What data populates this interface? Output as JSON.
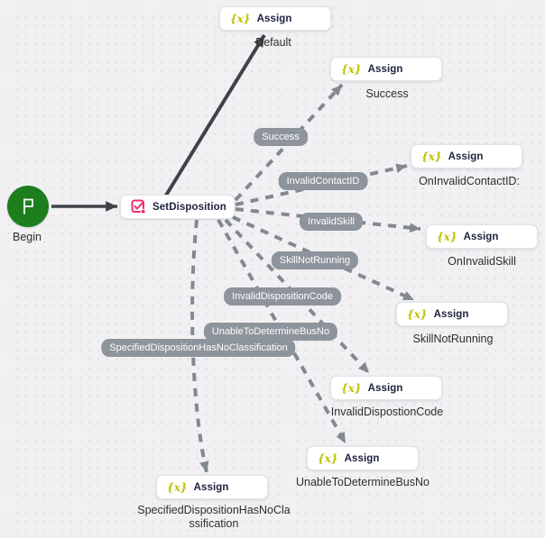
{
  "colors": {
    "canvas_bg": "#f1f1f4",
    "canvas_dots": "#e2e2e7",
    "begin_green": "#1d7e1d",
    "assign_glyph_yellow": "#bec300",
    "setdisposition_pink": "#ed2f6e",
    "solid_edge": "#3f4346",
    "dashed_edge": "#82898f",
    "pill_bg": "#8d949b",
    "pill_text": "#ffffff",
    "node_title_text": "#1f2240",
    "caption_text": "#2e2e2e"
  },
  "diagram": {
    "begin": {
      "caption": "Begin"
    },
    "action": {
      "title": "SetDisposition"
    },
    "assign": {
      "title": "Assign",
      "glyph": "{x}"
    },
    "captions": {
      "default": "Default",
      "success": "Success",
      "on_invalid_contact_id": "OnInvalidContactID:",
      "on_invalid_skill": "OnInvalidSkill",
      "skill_not_running": "SkillNotRunning",
      "invalid_dispostion_code": "InvalidDispostionCode",
      "unable_to_determine_bus_no": "UnableToDetermineBusNo",
      "specified_disposition": "SpecifiedDispositionHasNoClassification"
    },
    "edge_labels": {
      "success": "Success",
      "invalid_contact_id": "InvalidContactID",
      "invalid_skill": "InvalidSkill",
      "skill_not_running": "SkillNotRunning",
      "invalid_disposition_code": "InvalidDispositionCode",
      "unable_to_determine_bus_no": "UnableToDetermineBusNo",
      "specified_disposition": "SpecifiedDispositionHasNoClassification"
    }
  }
}
